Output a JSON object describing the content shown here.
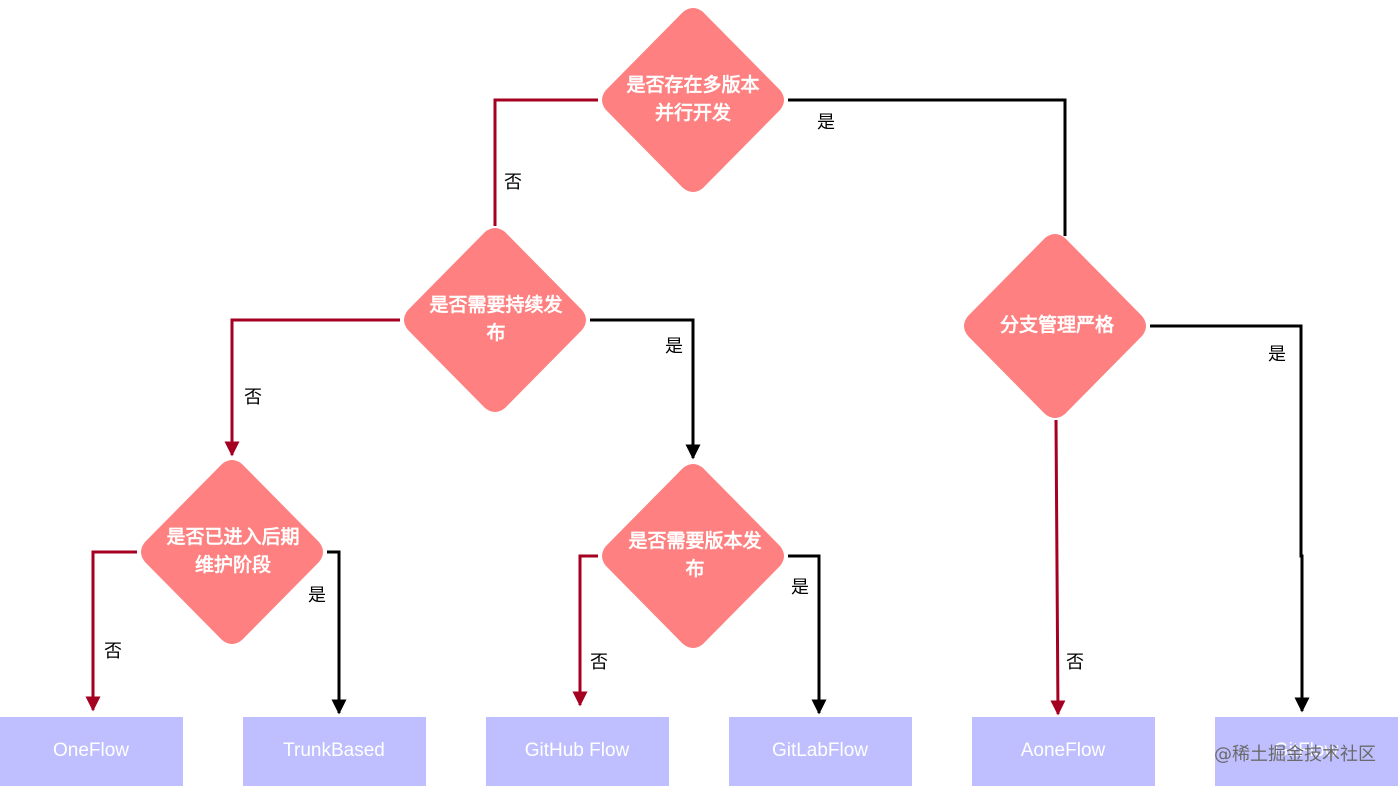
{
  "decisions": {
    "multi_version": [
      "是否存在多版本",
      "并行开发"
    ],
    "continuous_release": [
      "是否需要持续发",
      "布"
    ],
    "maintenance": [
      "是否已进入后期",
      "维护阶段"
    ],
    "version_release": [
      "是否需要版本发",
      "布"
    ],
    "strict_branch": [
      "分支管理严格"
    ]
  },
  "edge_labels": {
    "multi_version_no": "否",
    "multi_version_yes": "是",
    "continuous_no": "否",
    "continuous_yes": "是",
    "maintenance_no": "否",
    "maintenance_yes": "是",
    "version_no": "否",
    "version_yes": "是",
    "strict_no": "否",
    "strict_yes": "是"
  },
  "outcomes": {
    "oneflow": "OneFlow",
    "trunkbased": "TrunkBased",
    "githubflow": "GitHub Flow",
    "gitlabflow": "GitLabFlow",
    "aoneflow": "AoneFlow",
    "gitflow": "GitFlow"
  },
  "watermark": "@稀土掘金技术社区",
  "colors": {
    "decision": "#ff8080",
    "outcome": "#bfbfff",
    "no_edge": "#a50021",
    "yes_edge": "#000000"
  }
}
